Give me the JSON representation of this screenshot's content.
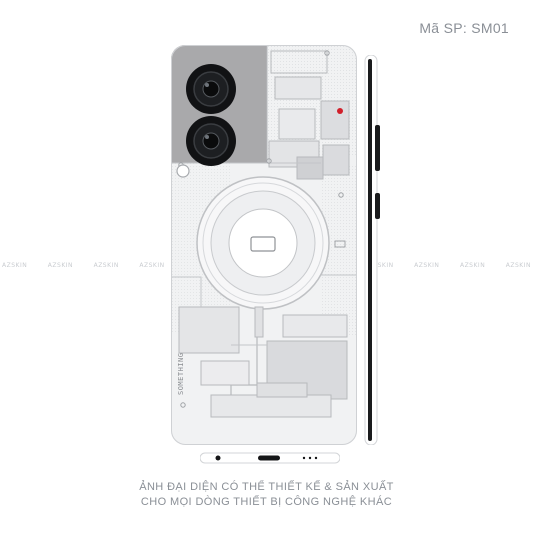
{
  "product": {
    "code_label": "Mã SP: SM01"
  },
  "watermark": {
    "text": "AZSKIN"
  },
  "skin": {
    "print_text": "SOMETHING",
    "colors": {
      "base": "#f1f2f3",
      "camera_panel": "#a9a9ab",
      "lines": "#b7b9bc",
      "accent_red": "#d11f2a",
      "lens": "#111214"
    }
  },
  "caption": {
    "line1": "ẢNH ĐẠI DIỆN CÓ THỂ THIẾT KẾ & SẢN XUẤT",
    "line2": "CHO MỌI DÒNG THIẾT BỊ CÔNG NGHỆ KHÁC"
  }
}
